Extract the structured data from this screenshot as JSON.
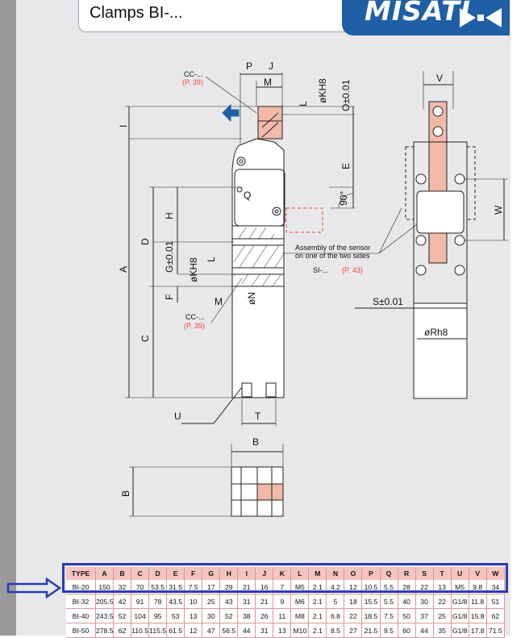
{
  "header": {
    "title": "Clamps BI-...",
    "brand": "MISATI",
    "colors": {
      "brand": "#1f5fa6",
      "accent": "#f4c5c0",
      "highlight": "#2b3bb5",
      "reference": "#e8493a"
    }
  },
  "drawing": {
    "labels": {
      "P": "P",
      "J": "J",
      "M": "M",
      "L": "L",
      "K": "øKH8",
      "O": "O±0.01",
      "I": "I",
      "E": "E",
      "deg": "90°",
      "Q": "Q",
      "H": "H",
      "D": "D",
      "G": "G±0.01",
      "K2": "øKH8",
      "L2": "L",
      "A": "A",
      "F": "F",
      "M2": "M",
      "N": "øN",
      "C": "C",
      "U": "U",
      "T": "T",
      "V": "V",
      "W": "W",
      "S": "S±0.01",
      "R": "øRh8",
      "B": "B",
      "B2": "B"
    },
    "cc_top": "CC-...",
    "cc_top_ref": "(P. 39)",
    "cc_bottom": "CC-...",
    "cc_bottom_ref": "(P. 39)",
    "sensor_line1": "Assembly of the sensor",
    "sensor_line2": "on one of the two sides",
    "si_label": "SI-...",
    "si_ref": "(P. 43)"
  },
  "table": {
    "headers": [
      "TYPE",
      "A",
      "B",
      "C",
      "D",
      "E",
      "F",
      "G",
      "H",
      "I",
      "J",
      "K",
      "L",
      "M",
      "N",
      "O",
      "P",
      "Q",
      "R",
      "S",
      "T",
      "U",
      "V",
      "W"
    ],
    "rows": [
      [
        "BI-20",
        "150",
        "32",
        "70",
        "53.5",
        "31.5",
        "7.5",
        "17",
        "29",
        "21",
        "16",
        "7",
        "M5",
        "2.1",
        "4.2",
        "12",
        "10.5",
        "5.5",
        "28",
        "22",
        "13",
        "M5",
        "9.8",
        "34"
      ],
      [
        "BI-32",
        "205.5",
        "42",
        "91",
        "78",
        "43.5",
        "10",
        "25",
        "43",
        "31",
        "21",
        "9",
        "M6",
        "2.1",
        "5",
        "18",
        "15.5",
        "5.5",
        "40",
        "30",
        "22",
        "G1/8",
        "11.8",
        "51"
      ],
      [
        "BI-40",
        "243.5",
        "52",
        "104",
        "95",
        "53",
        "13",
        "30",
        "52",
        "38",
        "26",
        "11",
        "M8",
        "2.1",
        "6.8",
        "22",
        "18.5",
        "7.5",
        "50",
        "37",
        "25",
        "G1/8",
        "15.8",
        "62"
      ],
      [
        "BI-50",
        "278.5",
        "62",
        "110.5",
        "115.5",
        "61.5",
        "12",
        "47",
        "56.5",
        "44",
        "31",
        "13",
        "M10",
        "2.1",
        "8.5",
        "27",
        "21.5",
        "9.5",
        "60",
        "44",
        "35",
        "G1/8",
        "17.8",
        "71.5"
      ]
    ]
  }
}
